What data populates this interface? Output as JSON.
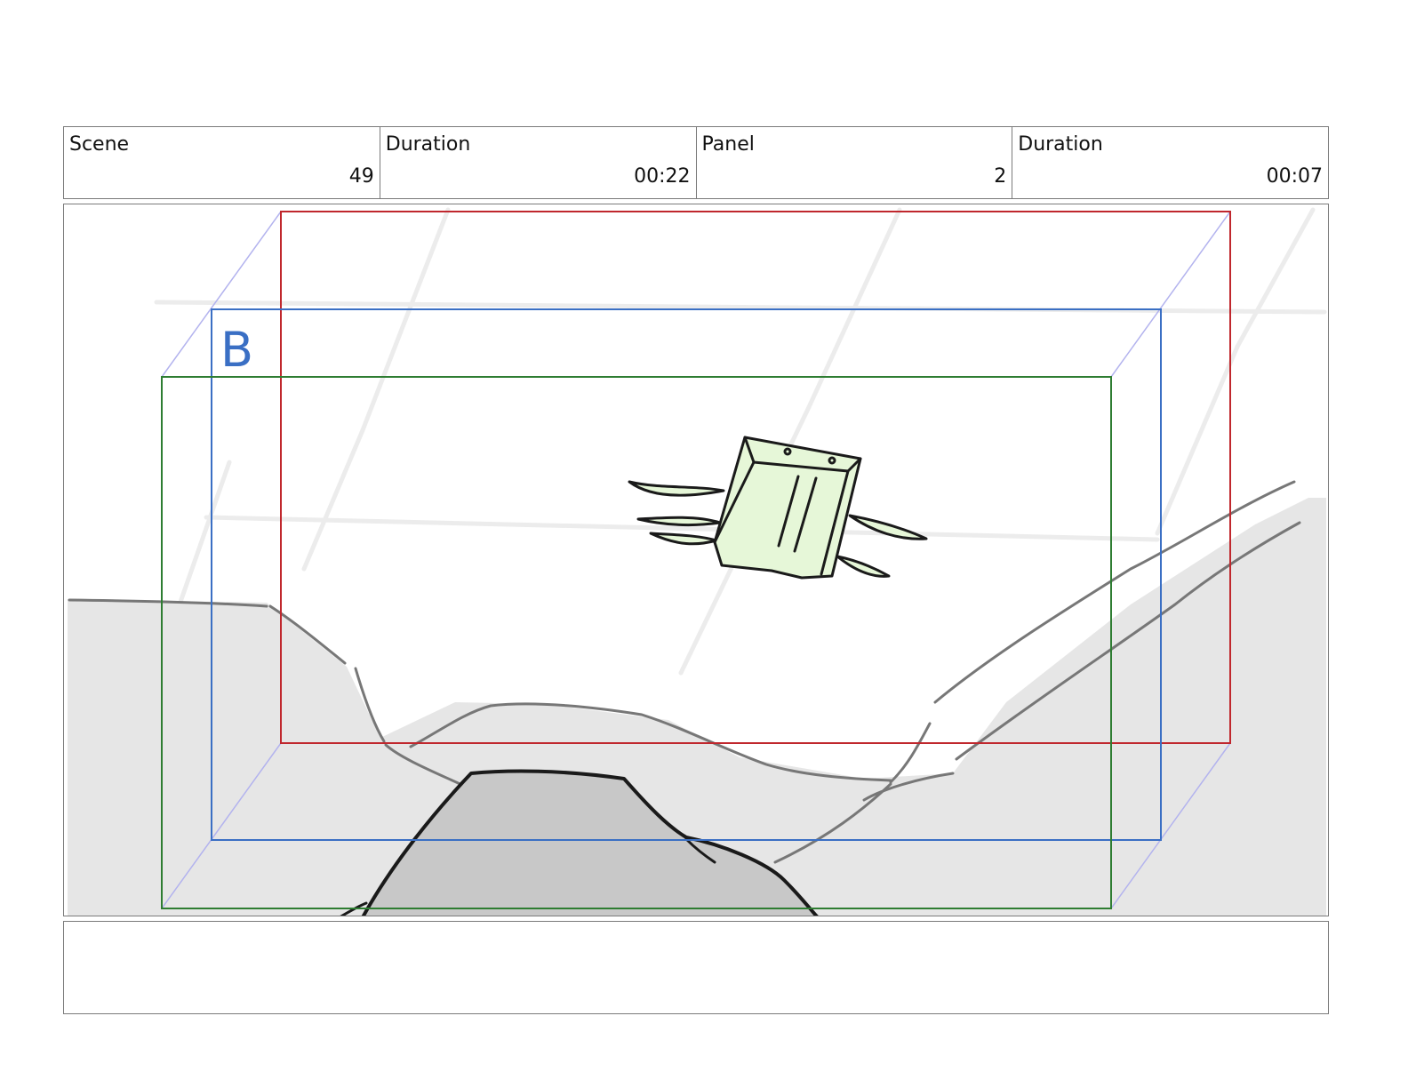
{
  "header": {
    "scene_label": "Scene",
    "scene_value": "49",
    "scene_duration_label": "Duration",
    "scene_duration_value": "00:22",
    "panel_label": "Panel",
    "panel_value": "2",
    "panel_duration_label": "Duration",
    "panel_duration_value": "00:07"
  },
  "panel": {
    "frame_letter": "B",
    "colors": {
      "outer_frame": "#c0272d",
      "middle_frame": "#3a6fc4",
      "inner_frame": "#2e7d32",
      "guide_lines": "#b3b3ee",
      "terrain_fill": "#e6e6e6",
      "rock_fill": "#c8c8c8",
      "creature_fill": "#e6f7d8"
    }
  },
  "notes": {
    "text": ""
  }
}
